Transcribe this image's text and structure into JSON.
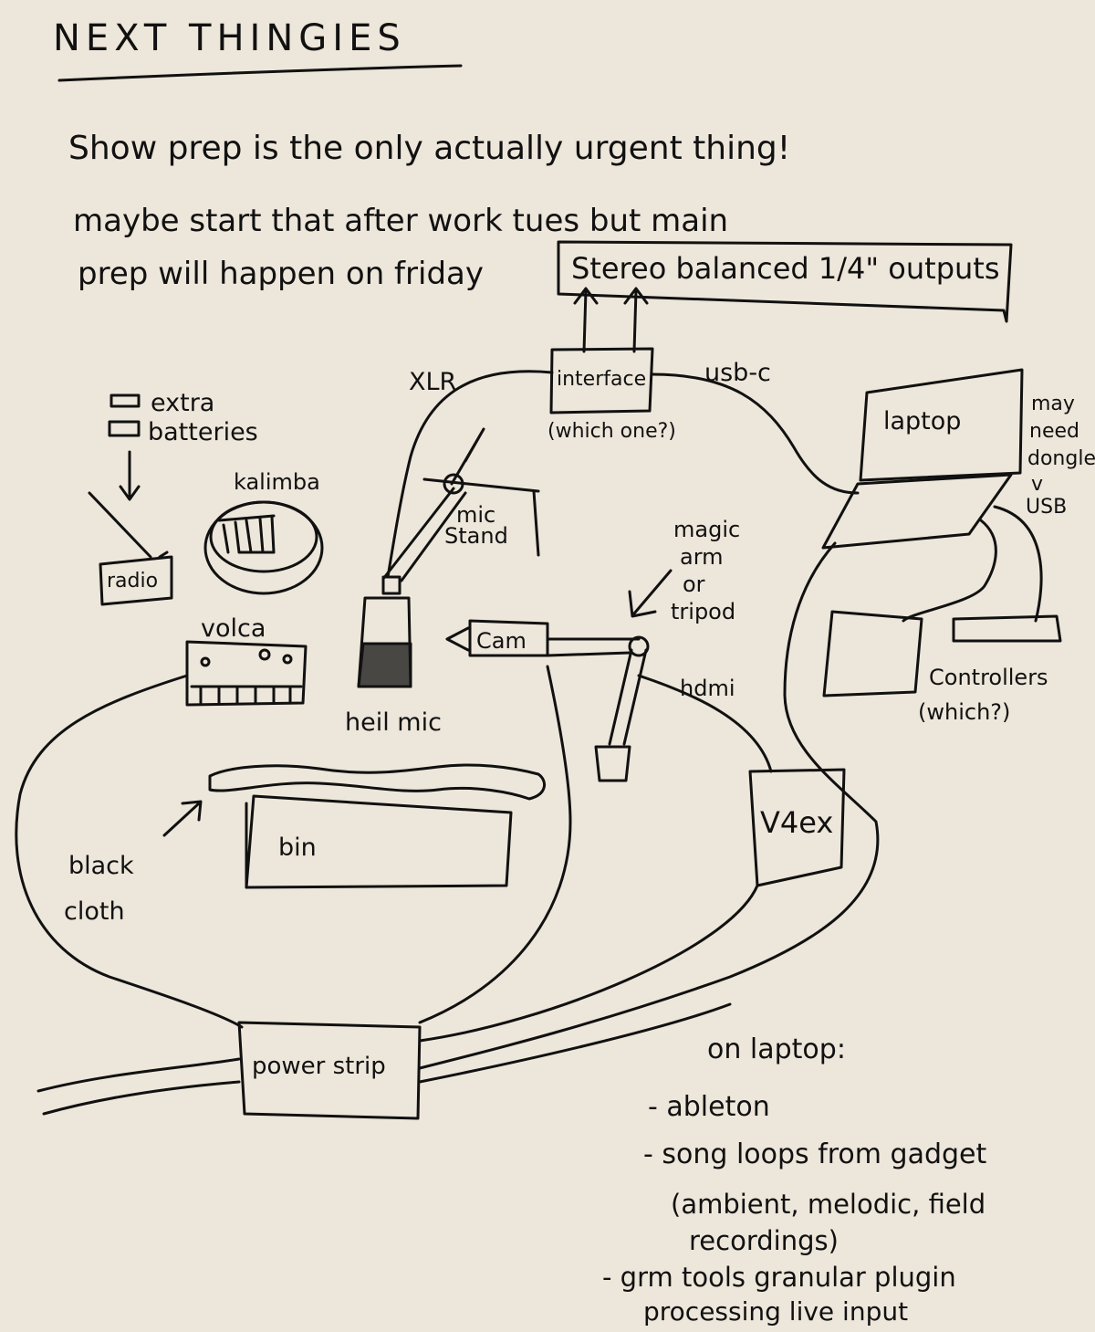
{
  "title": "NEXT THINGIES",
  "notes": {
    "line1": "Show prep is the only actually urgent thing!",
    "line2": "maybe start that after work tues but main",
    "line3": "prep will happen on friday"
  },
  "outputs_box": "Stereo balanced 1/4\" outputs",
  "labels": {
    "interface": "interface",
    "interface_q": "(which one?)",
    "xlr": "XLR",
    "usbc": "usb-c",
    "laptop": "laptop",
    "dongle": [
      "may",
      "need",
      "dongle",
      "v",
      "USB"
    ],
    "extra": "extra",
    "batteries": "batteries",
    "kalimba": "kalimba",
    "radio": "radio",
    "mic_stand_1": "mic",
    "mic_stand_2": "Stand",
    "magic_arm": [
      "magic",
      "arm",
      "or",
      "tripod"
    ],
    "volca": "volca",
    "cam": "Cam",
    "heil_mic": "heil mic",
    "hdmi": "hdmi",
    "controllers": "Controllers",
    "controllers_q": "(which?)",
    "black_cloth_1": "black",
    "black_cloth_2": "cloth",
    "bin": "bin",
    "v4ex": "V4ex",
    "power_strip": "power strip"
  },
  "laptop_list": {
    "heading": "on laptop:",
    "items": [
      "- ableton",
      "- song loops from gadget",
      "(ambient, melodic, field",
      "recordings)",
      "- grm tools granular plugin",
      "processing live input"
    ]
  },
  "colors": {
    "paper": "#ede6da",
    "ink": "#111111"
  }
}
